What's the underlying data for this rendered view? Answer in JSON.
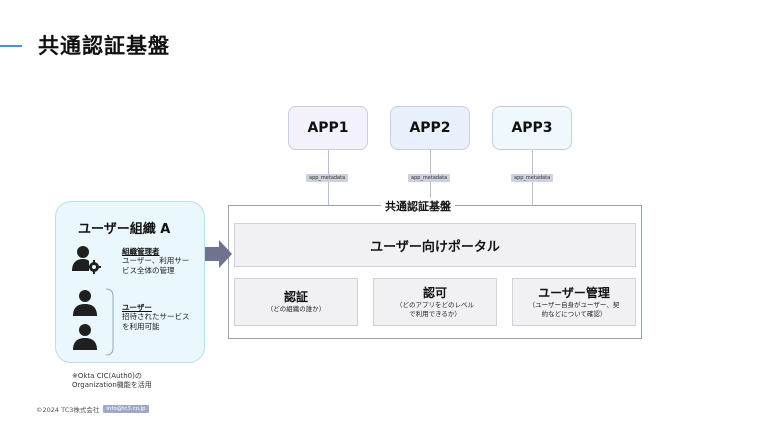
{
  "page": {
    "title": "共通認証基盤"
  },
  "apps": [
    {
      "label": "APP1",
      "metadata": "app_metadata"
    },
    {
      "label": "APP2",
      "metadata": "app_metadata"
    },
    {
      "label": "APP3",
      "metadata": "app_metadata"
    }
  ],
  "platform": {
    "title": "共通認証基盤",
    "portal": "ユーザー向けポータル",
    "cards": [
      {
        "title": "認証",
        "sub1": "（どの組織の誰か）",
        "sub2": ""
      },
      {
        "title": "認可",
        "sub1": "（どのアプリをどのレベル",
        "sub2": "で利用できるか）"
      },
      {
        "title": "ユーザー管理",
        "sub1": "（ユーザー自身がユーザー、契",
        "sub2": "約などについて確認）"
      }
    ]
  },
  "org": {
    "title": "ユーザー組織 A",
    "admin": {
      "title": "組織管理者",
      "desc1": "ユーザー、利用サー",
      "desc2": "ビス全体の管理"
    },
    "user": {
      "title": "ユーザー",
      "desc1": "招待されたサービス",
      "desc2": "を利用可能"
    }
  },
  "note": {
    "line1": "※Okta CIC(Auth0)の",
    "line2": "Organization機能を活用"
  },
  "footer": {
    "copyright": "©2024 TC3株式会社",
    "email": "info@tc3.co.jp"
  },
  "colors": {
    "accent": "#4a90d9",
    "arrow": "#6e7390"
  }
}
